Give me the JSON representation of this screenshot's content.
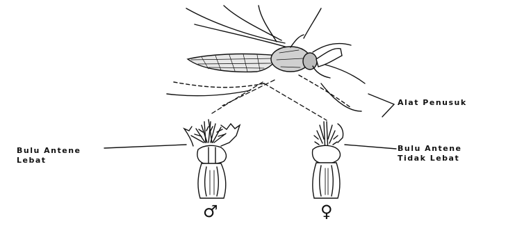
{
  "labels": {
    "male_antenna_line1": "Bulu Antene",
    "male_antenna_line2": "Lebat",
    "piercer": "Alat Penusuk",
    "female_antenna_line1": "Bulu Antene",
    "female_antenna_line2": "Tidak Lebat"
  },
  "symbols": {
    "male": "♂",
    "female": "♀"
  },
  "colors": {
    "ink": "#111111",
    "background": "#ffffff"
  }
}
